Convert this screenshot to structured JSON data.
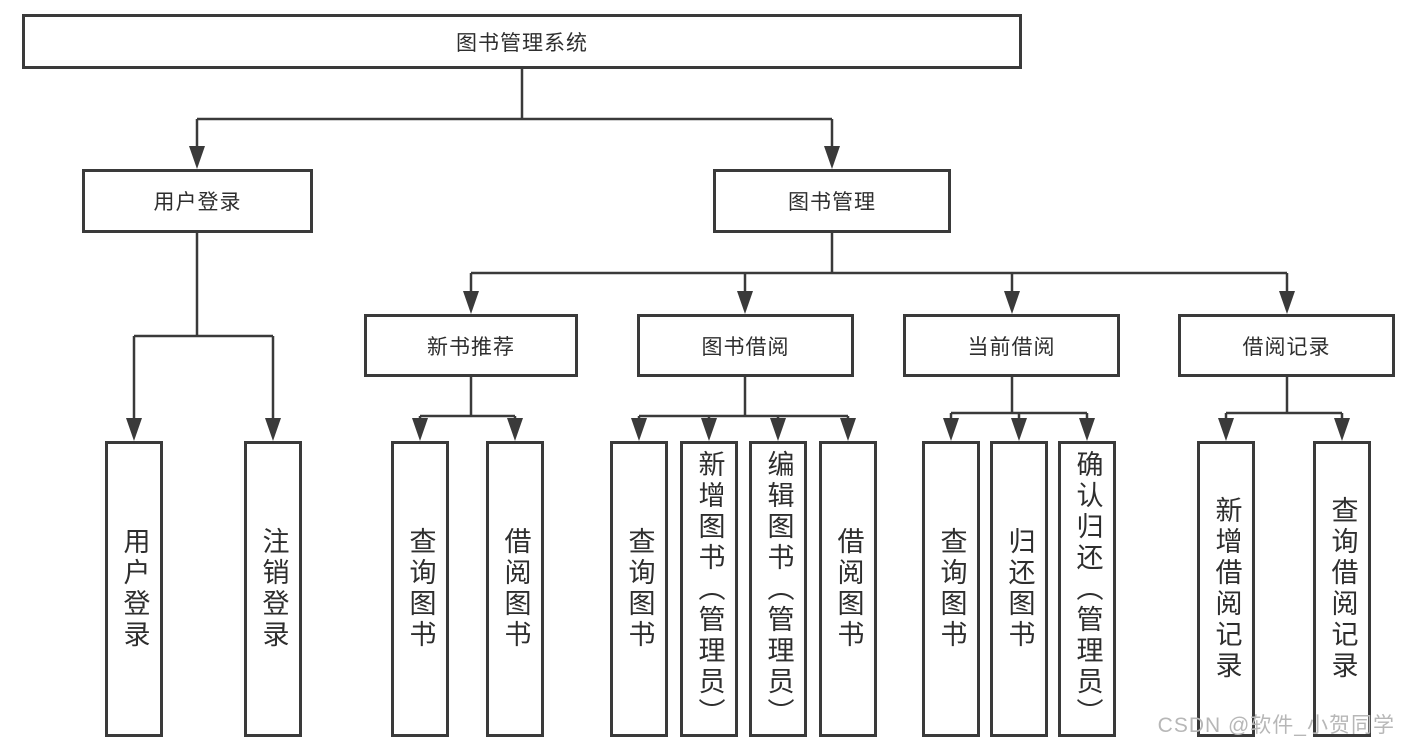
{
  "page": {
    "background_color": "#ffffff",
    "line_color": "#3a3a3a",
    "box_border_color": "#3a3a3a",
    "text_color": "#2e2e2e",
    "watermark_color": "#b7b7b7"
  },
  "tree": {
    "root": {
      "label": "图书管理系统"
    },
    "branches": [
      {
        "label": "用户登录",
        "leaves": [
          {
            "label": "用户登录"
          },
          {
            "label": "注销登录"
          }
        ]
      },
      {
        "label": "图书管理",
        "groups": [
          {
            "label": "新书推荐",
            "leaves": [
              {
                "label": "查询图书"
              },
              {
                "label": "借阅图书"
              }
            ]
          },
          {
            "label": "图书借阅",
            "leaves": [
              {
                "label": "查询图书"
              },
              {
                "label": "新增图书（管理员）"
              },
              {
                "label": "编辑图书（管理员）"
              },
              {
                "label": "借阅图书"
              }
            ]
          },
          {
            "label": "当前借阅",
            "leaves": [
              {
                "label": "查询图书"
              },
              {
                "label": "归还图书"
              },
              {
                "label": "确认归还（管理员）"
              }
            ]
          },
          {
            "label": "借阅记录",
            "leaves": [
              {
                "label": "新增借阅记录"
              },
              {
                "label": "查询借阅记录"
              }
            ]
          }
        ]
      }
    ]
  },
  "watermark": {
    "text": "CSDN @软件_小贺同学"
  }
}
